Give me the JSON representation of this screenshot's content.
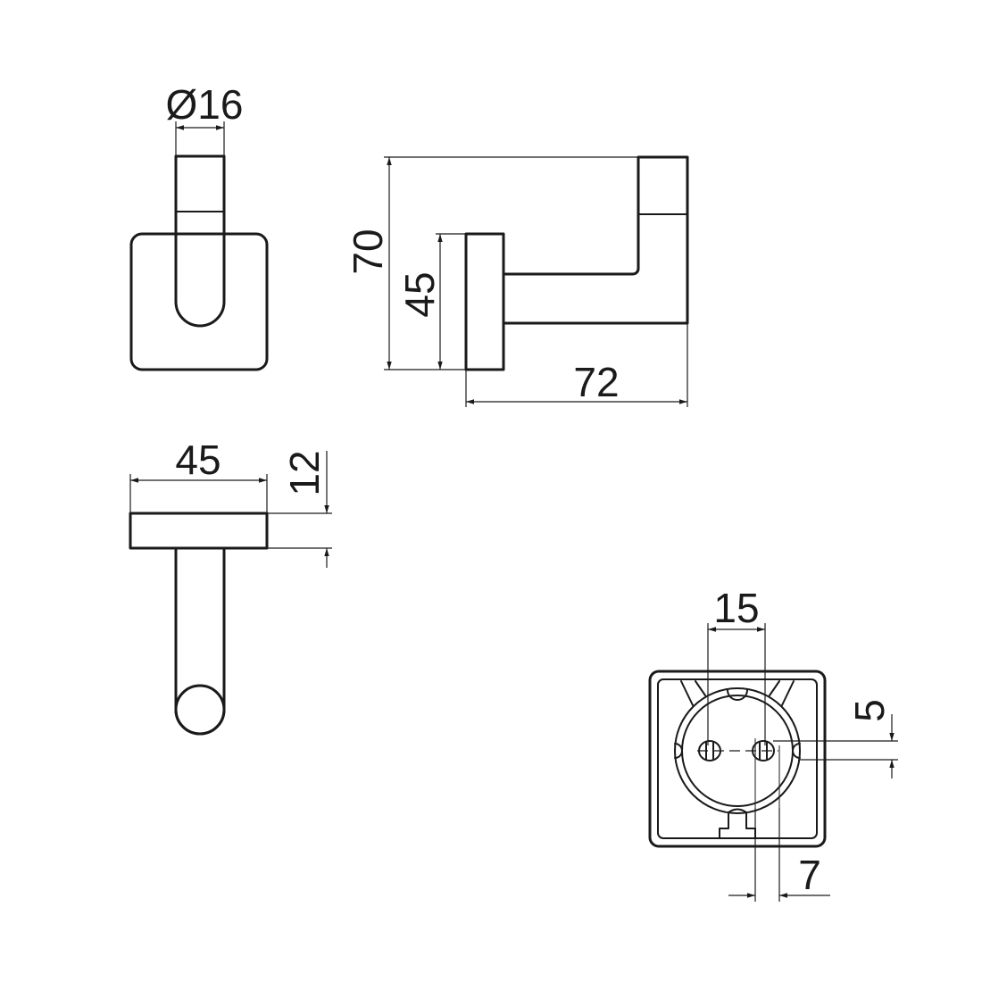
{
  "drawing": {
    "dimensions": {
      "front_diameter": "Ø16",
      "side_height_total": "70",
      "side_height_base": "45",
      "side_depth": "72",
      "top_width": "45",
      "top_base_thickness": "12",
      "back_hole_spacing": "15",
      "back_hole_offset": "5",
      "back_slot_offset": "7"
    },
    "colors": {
      "line": "#1a1a1a",
      "background": "#ffffff"
    }
  }
}
